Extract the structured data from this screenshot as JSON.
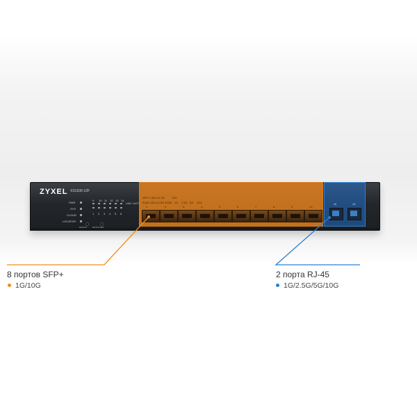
{
  "device": {
    "brand": "ZYXEL",
    "model": "XS1930-12F",
    "status_leds": [
      "PWR",
      "SYS",
      "CLOUD",
      "LOCATOR"
    ],
    "status_port_numbers": [
      "9",
      "10",
      "11",
      "12",
      "13",
      "14"
    ],
    "link_act_label": "LNK / ACT",
    "lower_port_numbers": [
      "1",
      "2",
      "3",
      "4",
      "5",
      "6"
    ],
    "buttons": [
      "RESET",
      "RESTORE"
    ],
    "sfp_legend": [
      "SFP+ LED:1G 5G",
      "10G",
      "RJ45 LED:1G 5G",
      "100M",
      "1G",
      "2.5G",
      "5G",
      "10G"
    ],
    "sfp_port_numbers": [
      "1",
      "2",
      "3",
      "4",
      "5",
      "6",
      "7",
      "8",
      "9",
      "10"
    ],
    "rj_port_numbers": [
      "11",
      "12"
    ]
  },
  "callouts": {
    "sfp": {
      "title": "8 портов SFP+",
      "speed": "1G/10G",
      "color": "#f08c1e"
    },
    "rj45": {
      "title": "2 порта RJ-45",
      "speed": "1G/2.5G/5G/10G",
      "color": "#2a7fd0"
    }
  }
}
